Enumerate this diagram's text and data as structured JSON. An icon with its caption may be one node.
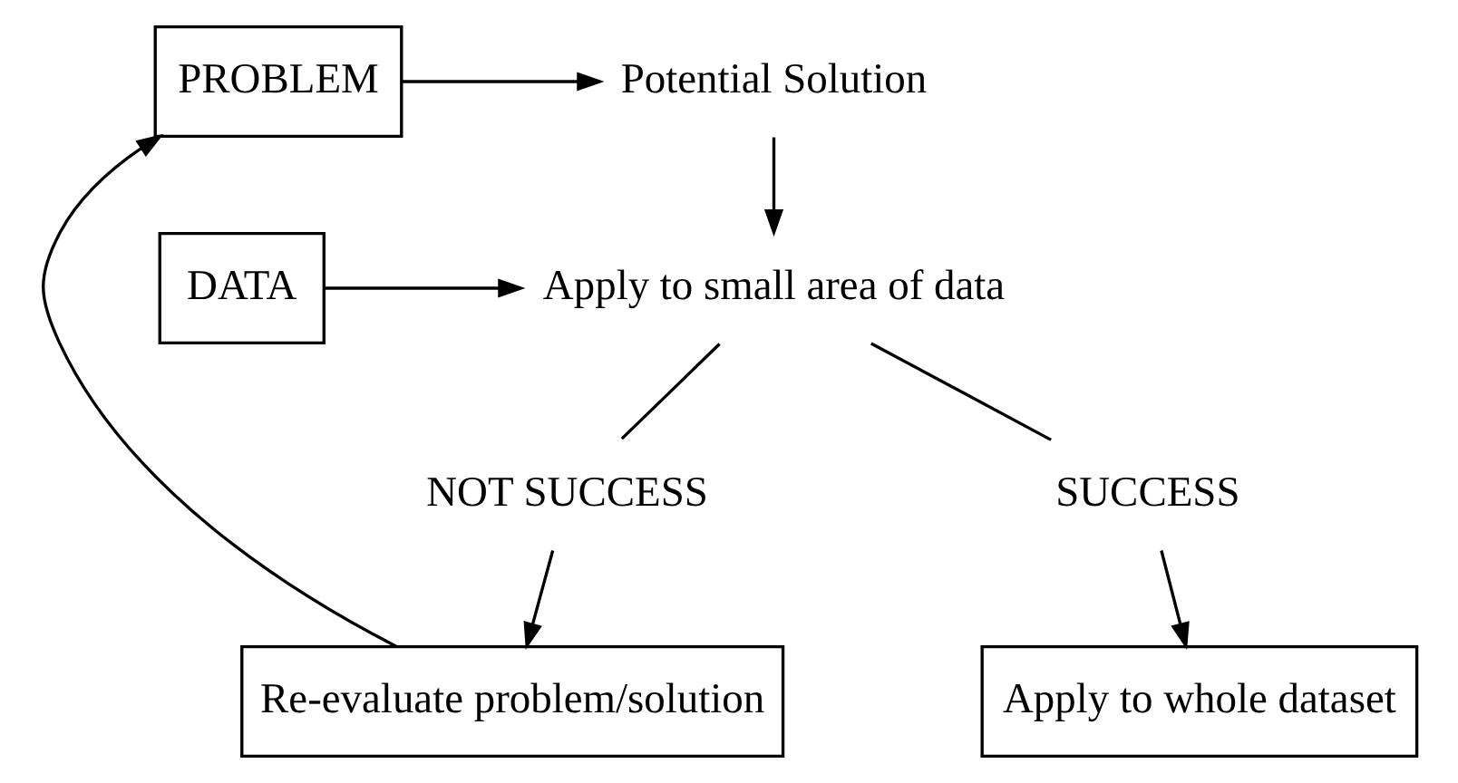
{
  "diagram": {
    "nodes": [
      {
        "text": [
          "PROBLEM"
        ]
      },
      {
        "text": [
          "Potential Solution"
        ]
      },
      {
        "text": [
          "DATA"
        ]
      },
      {
        "text": [
          "Apply to small area of data"
        ]
      },
      {
        "text": [
          "NOT SUCCESS"
        ]
      },
      {
        "text": [
          "SUCCESS"
        ]
      },
      {
        "text": [
          "Re-evaluate problem/solution"
        ]
      },
      {
        "text": [
          "Apply to whole dataset"
        ]
      }
    ],
    "edges": [
      {
        "from": 0,
        "to": 1,
        "arrow": "to"
      },
      {
        "from": 1,
        "to": 3,
        "arrow": "to"
      },
      {
        "from": 2,
        "to": 3,
        "arrow": "to"
      },
      {
        "from": 3,
        "to": 4,
        "arrow": "none"
      },
      {
        "from": 3,
        "to": 5,
        "arrow": "none"
      },
      {
        "from": 4,
        "to": 6,
        "arrow": "to"
      },
      {
        "from": 5,
        "to": 7,
        "arrow": "to"
      },
      {
        "from": 6,
        "to": 0,
        "arrow": "to"
      }
    ]
  }
}
